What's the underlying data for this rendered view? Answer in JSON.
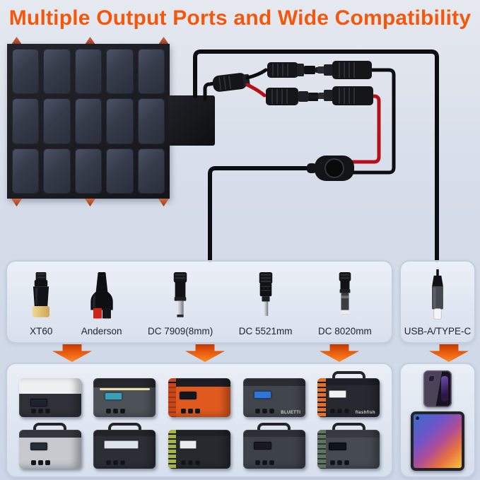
{
  "title": "Multiple Output Ports and Wide Compatibility",
  "colors": {
    "title": "#f4570b",
    "cable_black": "#0c0d10",
    "cable_red": "#b8101a",
    "arrow_gradient_top": "#c03a05",
    "arrow_gradient_bottom": "#fd8a25",
    "background_top": "#e5e8ef",
    "background_bottom": "#ccd6e6",
    "panel_cell": "#363b4a"
  },
  "solar_panel": {
    "name": "foldable-solar-panel",
    "cell_columns": 5,
    "cell_rows": 3
  },
  "connector_panel": {
    "items": [
      {
        "label": "XT60",
        "icon": "xt60-connector-icon"
      },
      {
        "label": "Anderson",
        "icon": "anderson-connector-icon"
      },
      {
        "label": "DC 7909(8mm)",
        "icon": "dc7909-connector-icon"
      },
      {
        "label": "DC 5521mm",
        "icon": "dc5521-connector-icon"
      },
      {
        "label": "DC 8020mm",
        "icon": "dc8020-connector-icon"
      }
    ],
    "usb_item": {
      "label": "USB-A/TYPE-C",
      "icon": "usb-c-connector-icon"
    }
  },
  "devices": {
    "stations": [
      {
        "name": "power-station-white-top",
        "body": "#2e3238",
        "top": "#eef0f3",
        "topPct": 40,
        "screen": "#1c2430",
        "handle": false
      },
      {
        "name": "power-station-led-strip",
        "body": "#4d5259",
        "top": "#24272c",
        "topPct": 24,
        "screen": "#3b9fb5",
        "handle": false,
        "strip": "#ecdfa8"
      },
      {
        "name": "power-station-orange",
        "body": "#e05a1f",
        "top": "#1c1e23",
        "topPct": 22,
        "screen": "#13161b",
        "handle": false,
        "accent": "#c8451a"
      },
      {
        "name": "power-station-bluetti",
        "body": "#41454c",
        "top": "#2b2e34",
        "topPct": 20,
        "screen": "#2f77d6",
        "handle": false,
        "brand": "BLUETTI"
      },
      {
        "name": "power-station-flashfish",
        "body": "#26292f",
        "top": "#1d2026",
        "topPct": 18,
        "screen": "#eef2f1",
        "handle": true,
        "accent": "#e2702c",
        "brand": "flashfish"
      },
      {
        "name": "power-station-silver",
        "body": "#c6c9ce",
        "top": "#34383e",
        "topPct": 20,
        "screen": "#242c36",
        "handle": true
      },
      {
        "name": "power-station-wide-display",
        "body": "#2b2e34",
        "top": "#222428",
        "topPct": 16,
        "screen": "#dde3e8",
        "handle": true,
        "screenWide": true
      },
      {
        "name": "power-station-green-rib",
        "body": "#26292e",
        "top": "#1e2126",
        "topPct": 16,
        "screen": "#e9edec",
        "handle": false,
        "accent": "#a7b440"
      },
      {
        "name": "power-station-dark-handle",
        "body": "#3d4148",
        "top": "#2d3036",
        "topPct": 18,
        "screen": "#171b21",
        "handle": true
      },
      {
        "name": "power-station-green-front",
        "body": "#464b51",
        "top": "#383c42",
        "topPct": 20,
        "screen": "#0f141b",
        "handle": true,
        "accent": "#5d7561"
      }
    ],
    "mobile": [
      {
        "name": "iphone"
      },
      {
        "name": "ipad"
      }
    ]
  }
}
